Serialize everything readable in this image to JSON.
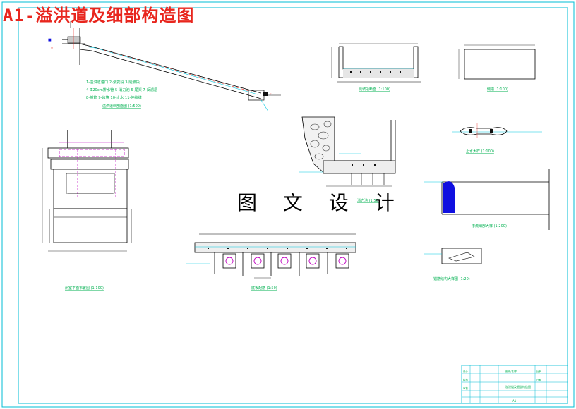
{
  "drawing_title": "A1-溢洪道及细部构造图",
  "watermark": "图 文 设 计",
  "legend_notes": {
    "line1": "1-溢洪道进口 2-渐变段 3-陡坡段",
    "line2": "4-Φ20cm排水管 5-消力池 6-尾渠 7-反滤层",
    "line3": "8-插筋 9-齿墙 10-止水 11-伸缩缝"
  },
  "view_captions": {
    "profile": "溢洪道纵剖面图 (1:500)",
    "section_a": "陡坡段断面 (1:100)",
    "section_b": "侧墙 (1:100)",
    "joint_detail": "止水大样 (1:100)",
    "stilling_basin": "消力池 (1:50)",
    "plan_view": "闸室平面布置图 (1:100)",
    "bottom_slab": "底板配筋 (1:50)",
    "seepage_detail": "渗流细部大样 (1:200)",
    "anchor_detail": "锚筋结构大样图 (1:20)"
  },
  "title_block": {
    "drawing_name": "溢洪道及细部构造图",
    "sheet_no": "A1",
    "design_label": "设计",
    "check_label": "校核",
    "approve_label": "审核",
    "scale_label": "比例",
    "date_label": "日期",
    "school_label": "图纸名称"
  },
  "colors": {
    "border": "#00bcd4",
    "red_text": "#e8261e",
    "green_text": "#00b050",
    "cyan_line": "#00c8e0",
    "magenta_line": "#c000c0",
    "blue_fill": "#1010e0"
  }
}
